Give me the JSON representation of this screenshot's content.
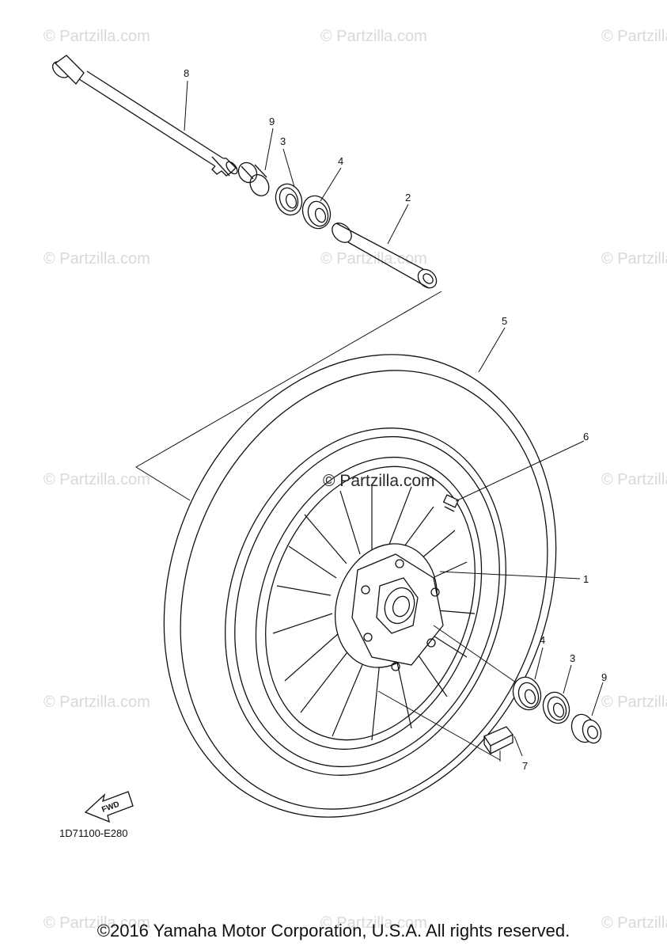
{
  "watermark": "© Partzilla.com",
  "diagram_code": "1D71100-E280",
  "fwd_label": "FWD",
  "copyright": "©2016 Yamaha Motor Corporation, U.S.A. All rights reserved.",
  "callouts": {
    "axle": "8",
    "collar_top": "9",
    "oil_seal_top": "3",
    "bearing_top": "4",
    "spacer": "2",
    "tire": "5",
    "valve": "6",
    "wheel": "1",
    "bearing_bottom": "4",
    "oil_seal_bottom": "3",
    "collar_bottom": "9",
    "balance_weight": "7"
  }
}
